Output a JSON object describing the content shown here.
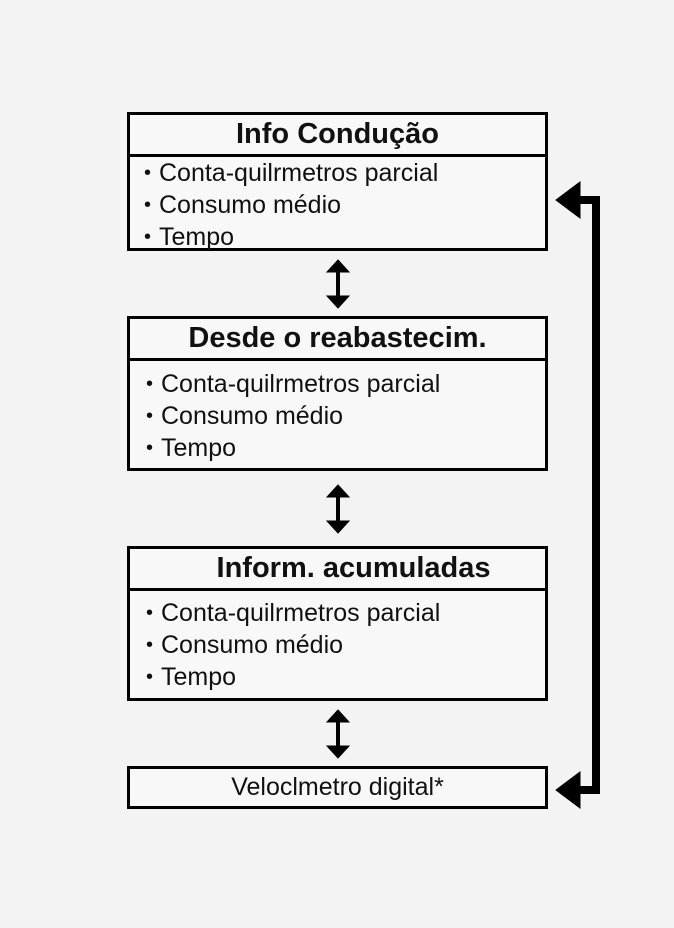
{
  "boxes": [
    {
      "title": "Info Condução",
      "items": [
        "Conta-quilrmetros parcial",
        "Consumo médio",
        "Tempo"
      ]
    },
    {
      "title": "Desde o reabastecim.",
      "items": [
        "Conta-quilrmetros parcial",
        "Consumo médio",
        "Tempo"
      ]
    },
    {
      "title": "Inform. acumuladas",
      "items": [
        "Conta-quilrmetros parcial",
        "Consumo médio",
        "Tempo"
      ]
    }
  ],
  "bottom_box": {
    "label": "Veloclmetro digital*"
  },
  "bullet_glyph": "•",
  "colors": {
    "background": "#f2f3f2",
    "stroke": "#000000"
  }
}
